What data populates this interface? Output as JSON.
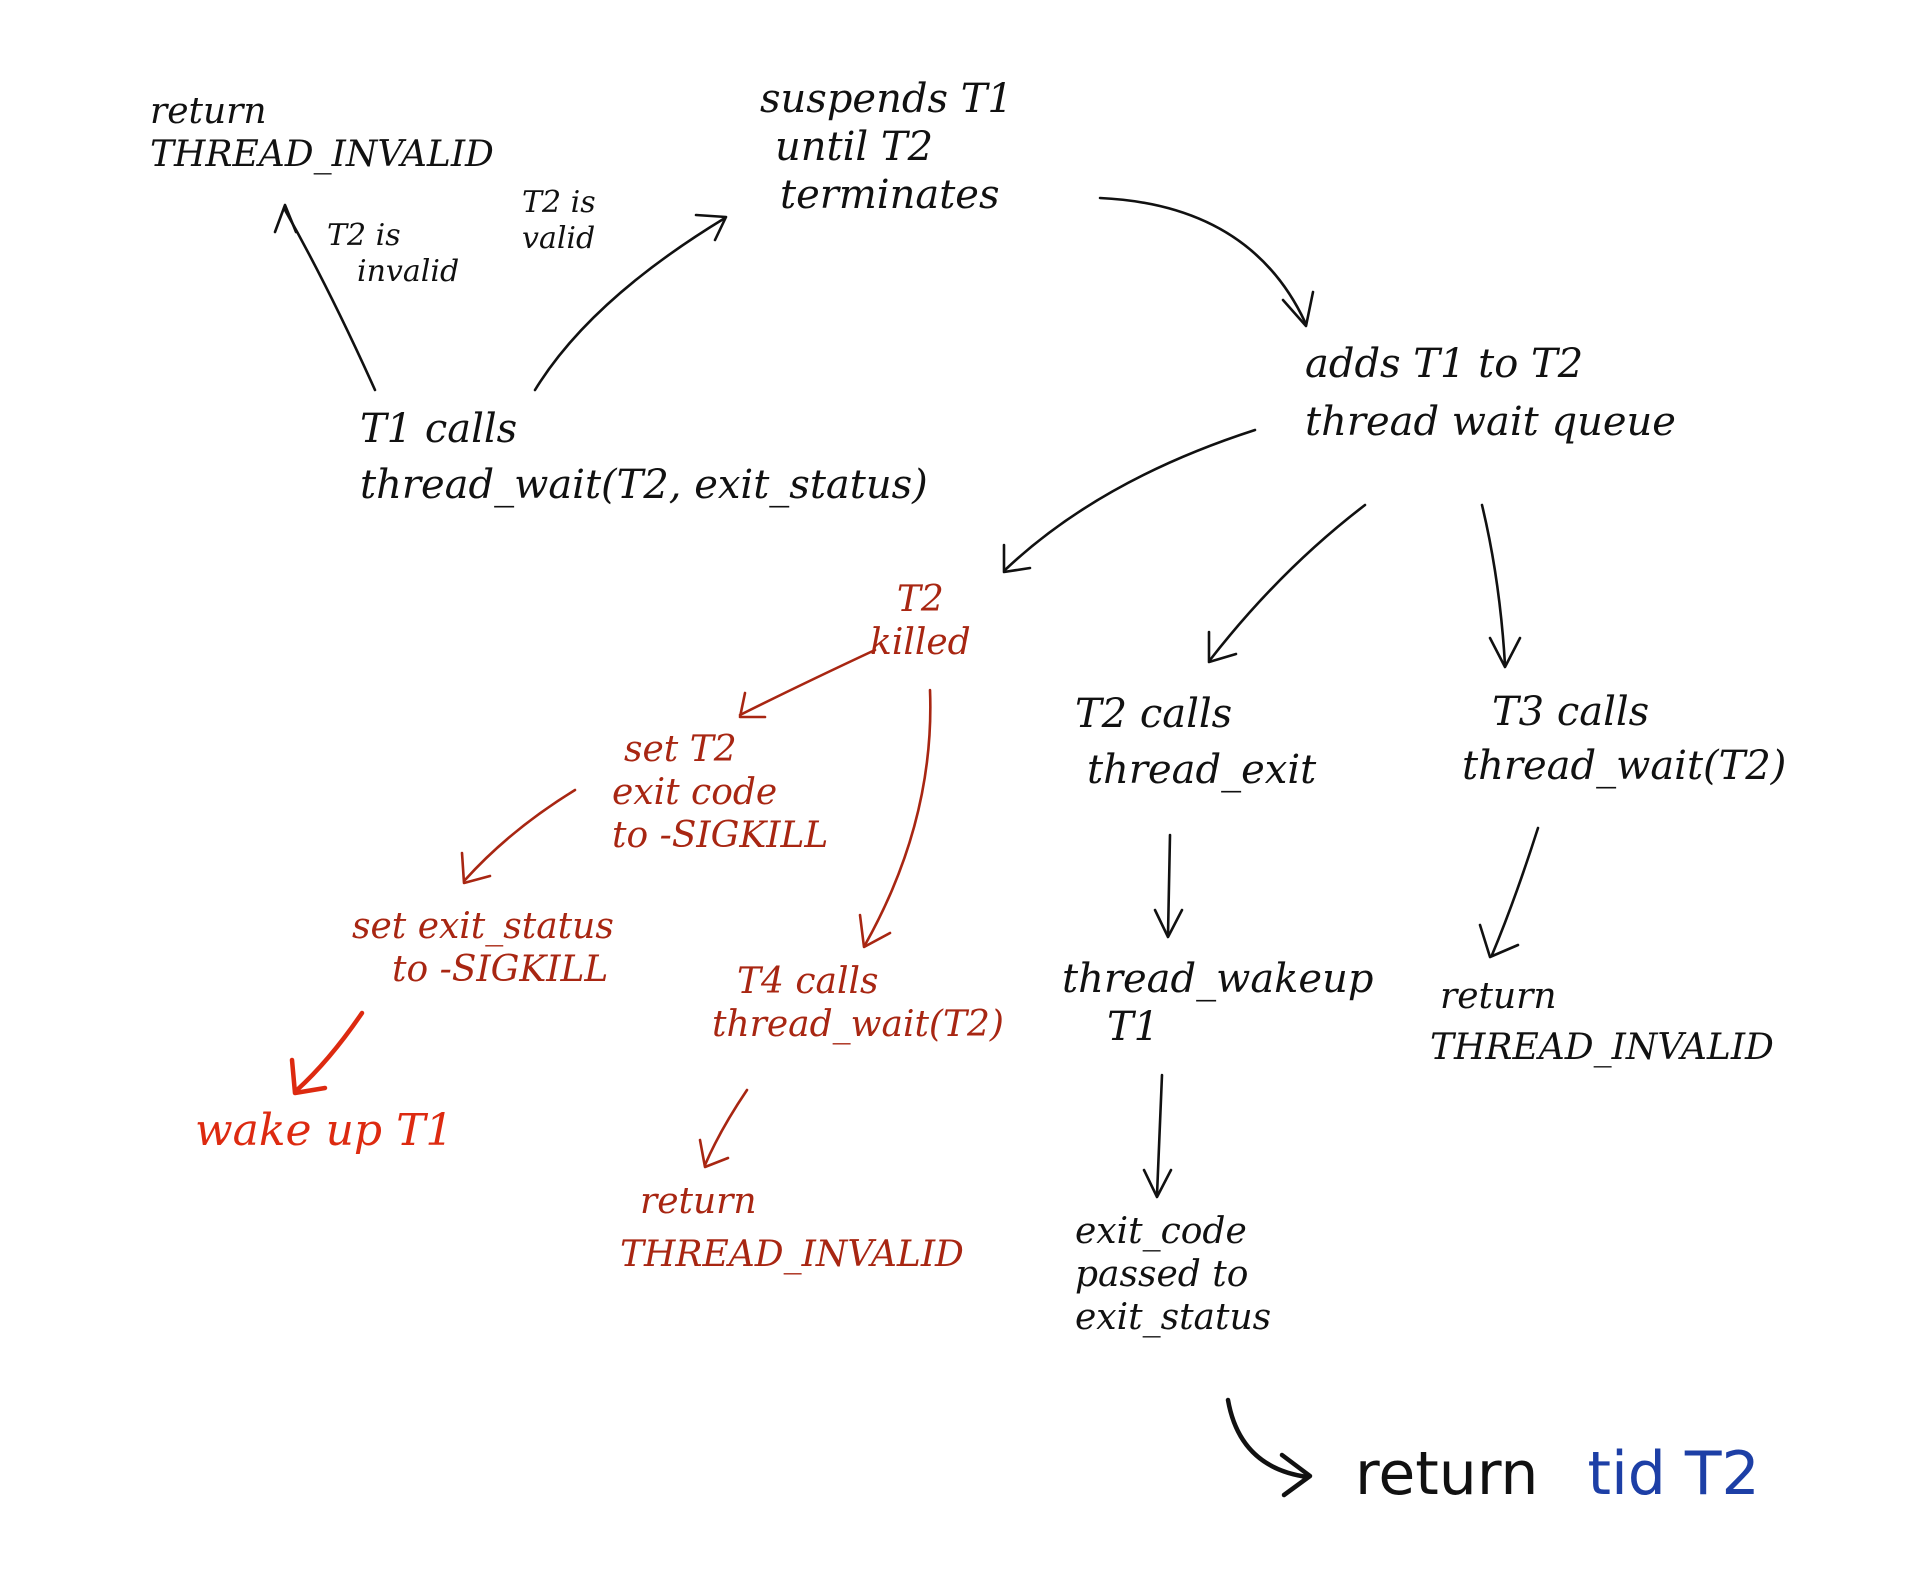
{
  "nodes": {
    "return_invalid_top": {
      "line1": "return",
      "line2": "THREAD_INVALID"
    },
    "suspend": {
      "line1": "suspends T1",
      "line2": "until T2",
      "line3": "terminates"
    },
    "t1_calls": {
      "line1": "T1 calls",
      "line2": "thread_wait(T2, exit_status)"
    },
    "adds": {
      "line1": "adds T1 to T2",
      "line2": "thread wait queue"
    },
    "t2_killed": {
      "line1": "T2",
      "line2": "killed"
    },
    "set_exit_code": {
      "line1": "set T2",
      "line2": "exit code",
      "line3": "to -SIGKILL"
    },
    "set_exit_status": {
      "line1": "set exit_status",
      "line2": "to -SIGKILL"
    },
    "wakeup_t1": {
      "line1": "wake up T1"
    },
    "t4_calls": {
      "line1": "T4 calls",
      "line2": "thread_wait(T2)"
    },
    "return_invalid_red": {
      "line1": "return",
      "line2": "THREAD_INVALID"
    },
    "t2_calls_exit": {
      "line1": "T2 calls",
      "line2": "thread_exit"
    },
    "thread_wakeup": {
      "line1": "thread_wakeup",
      "line2": "T1"
    },
    "exit_code_passed": {
      "line1": "exit_code",
      "line2": "passed to",
      "line3": "exit_status"
    },
    "t3_calls": {
      "line1": "T3 calls",
      "line2": "thread_wait(T2)"
    },
    "return_invalid_right": {
      "line1": "return",
      "line2": "THREAD_INVALID"
    },
    "return_tid": {
      "word1": "return",
      "word2": "tid T2"
    }
  },
  "edge_labels": {
    "invalid": {
      "line1": "T2 is",
      "line2": "invalid"
    },
    "valid": {
      "line1": "T2 is",
      "line2": "valid"
    }
  },
  "colors": {
    "ink": "#111111",
    "red": "#a82612",
    "bright_red": "#dd2a10",
    "blue": "#1d3fa6"
  }
}
